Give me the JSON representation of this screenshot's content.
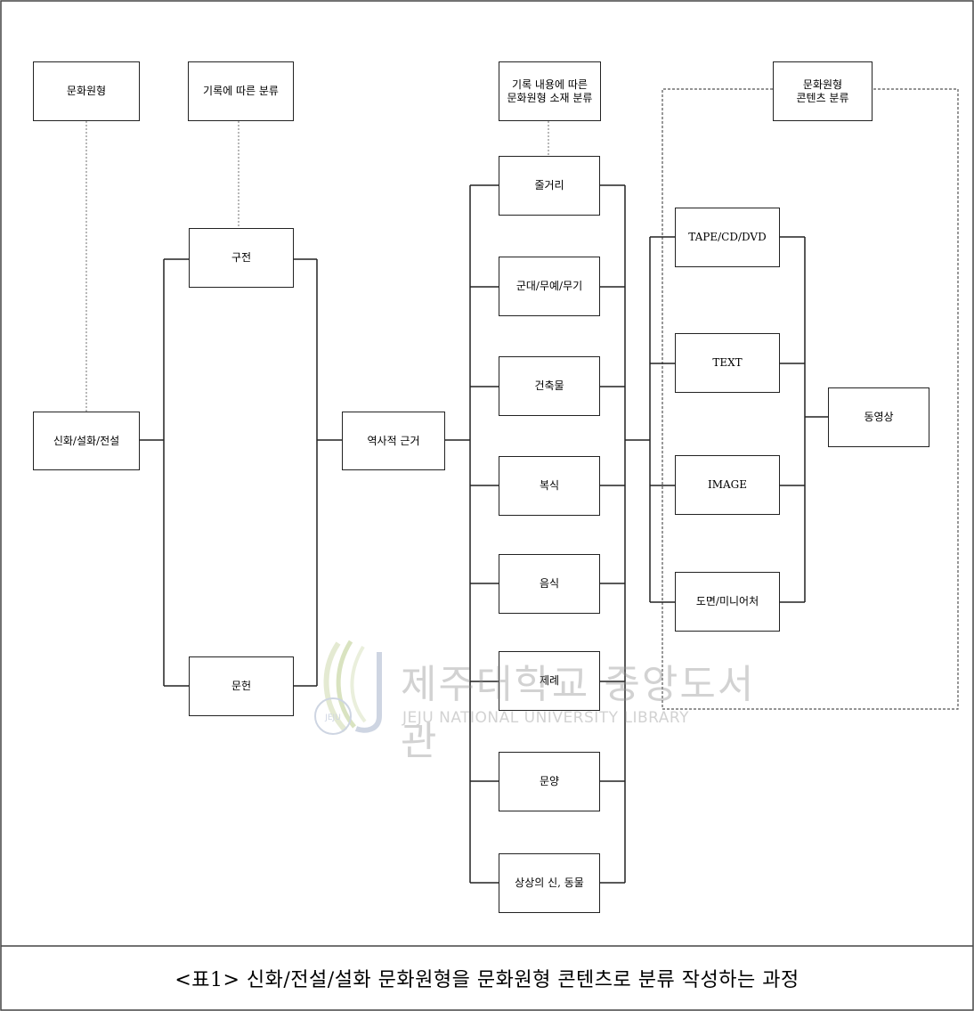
{
  "boxes": {
    "cultural_archetype": "문화원형",
    "classification_by_record": "기록에 따른 분류",
    "subcategory_by_content": "기록 내용에 따른\n문화원형 소재 분류",
    "content_classification": "문화원형\n콘텐츠 분류",
    "oral": "구전",
    "myth_tale_legend": "신화/설화/전설",
    "literature": "문헌",
    "historical_basis": "역사적 근거",
    "storyline": "줄거리",
    "military_weapons": "군대/무예/무기",
    "architecture": "건축물",
    "clothing": "복식",
    "food": "음식",
    "ritual": "제례",
    "pattern": "문양",
    "deities_animals": "상상의 신, 동물",
    "tape_cd_dvd": "TAPE/CD/DVD",
    "text": "TEXT",
    "image": "IMAGE",
    "drawing_miniature": "도면/미니어처",
    "video": "동영상"
  },
  "watermark": {
    "main": "제주대학교 중앙도서관",
    "sub": "JEJU NATIONAL UNIVERSITY LIBRARY",
    "logo_text": "JEJU"
  },
  "caption": "<표1> 신화/전설/설화 문화원형을 문화원형 콘텐츠로 분류 작성하는 과정"
}
